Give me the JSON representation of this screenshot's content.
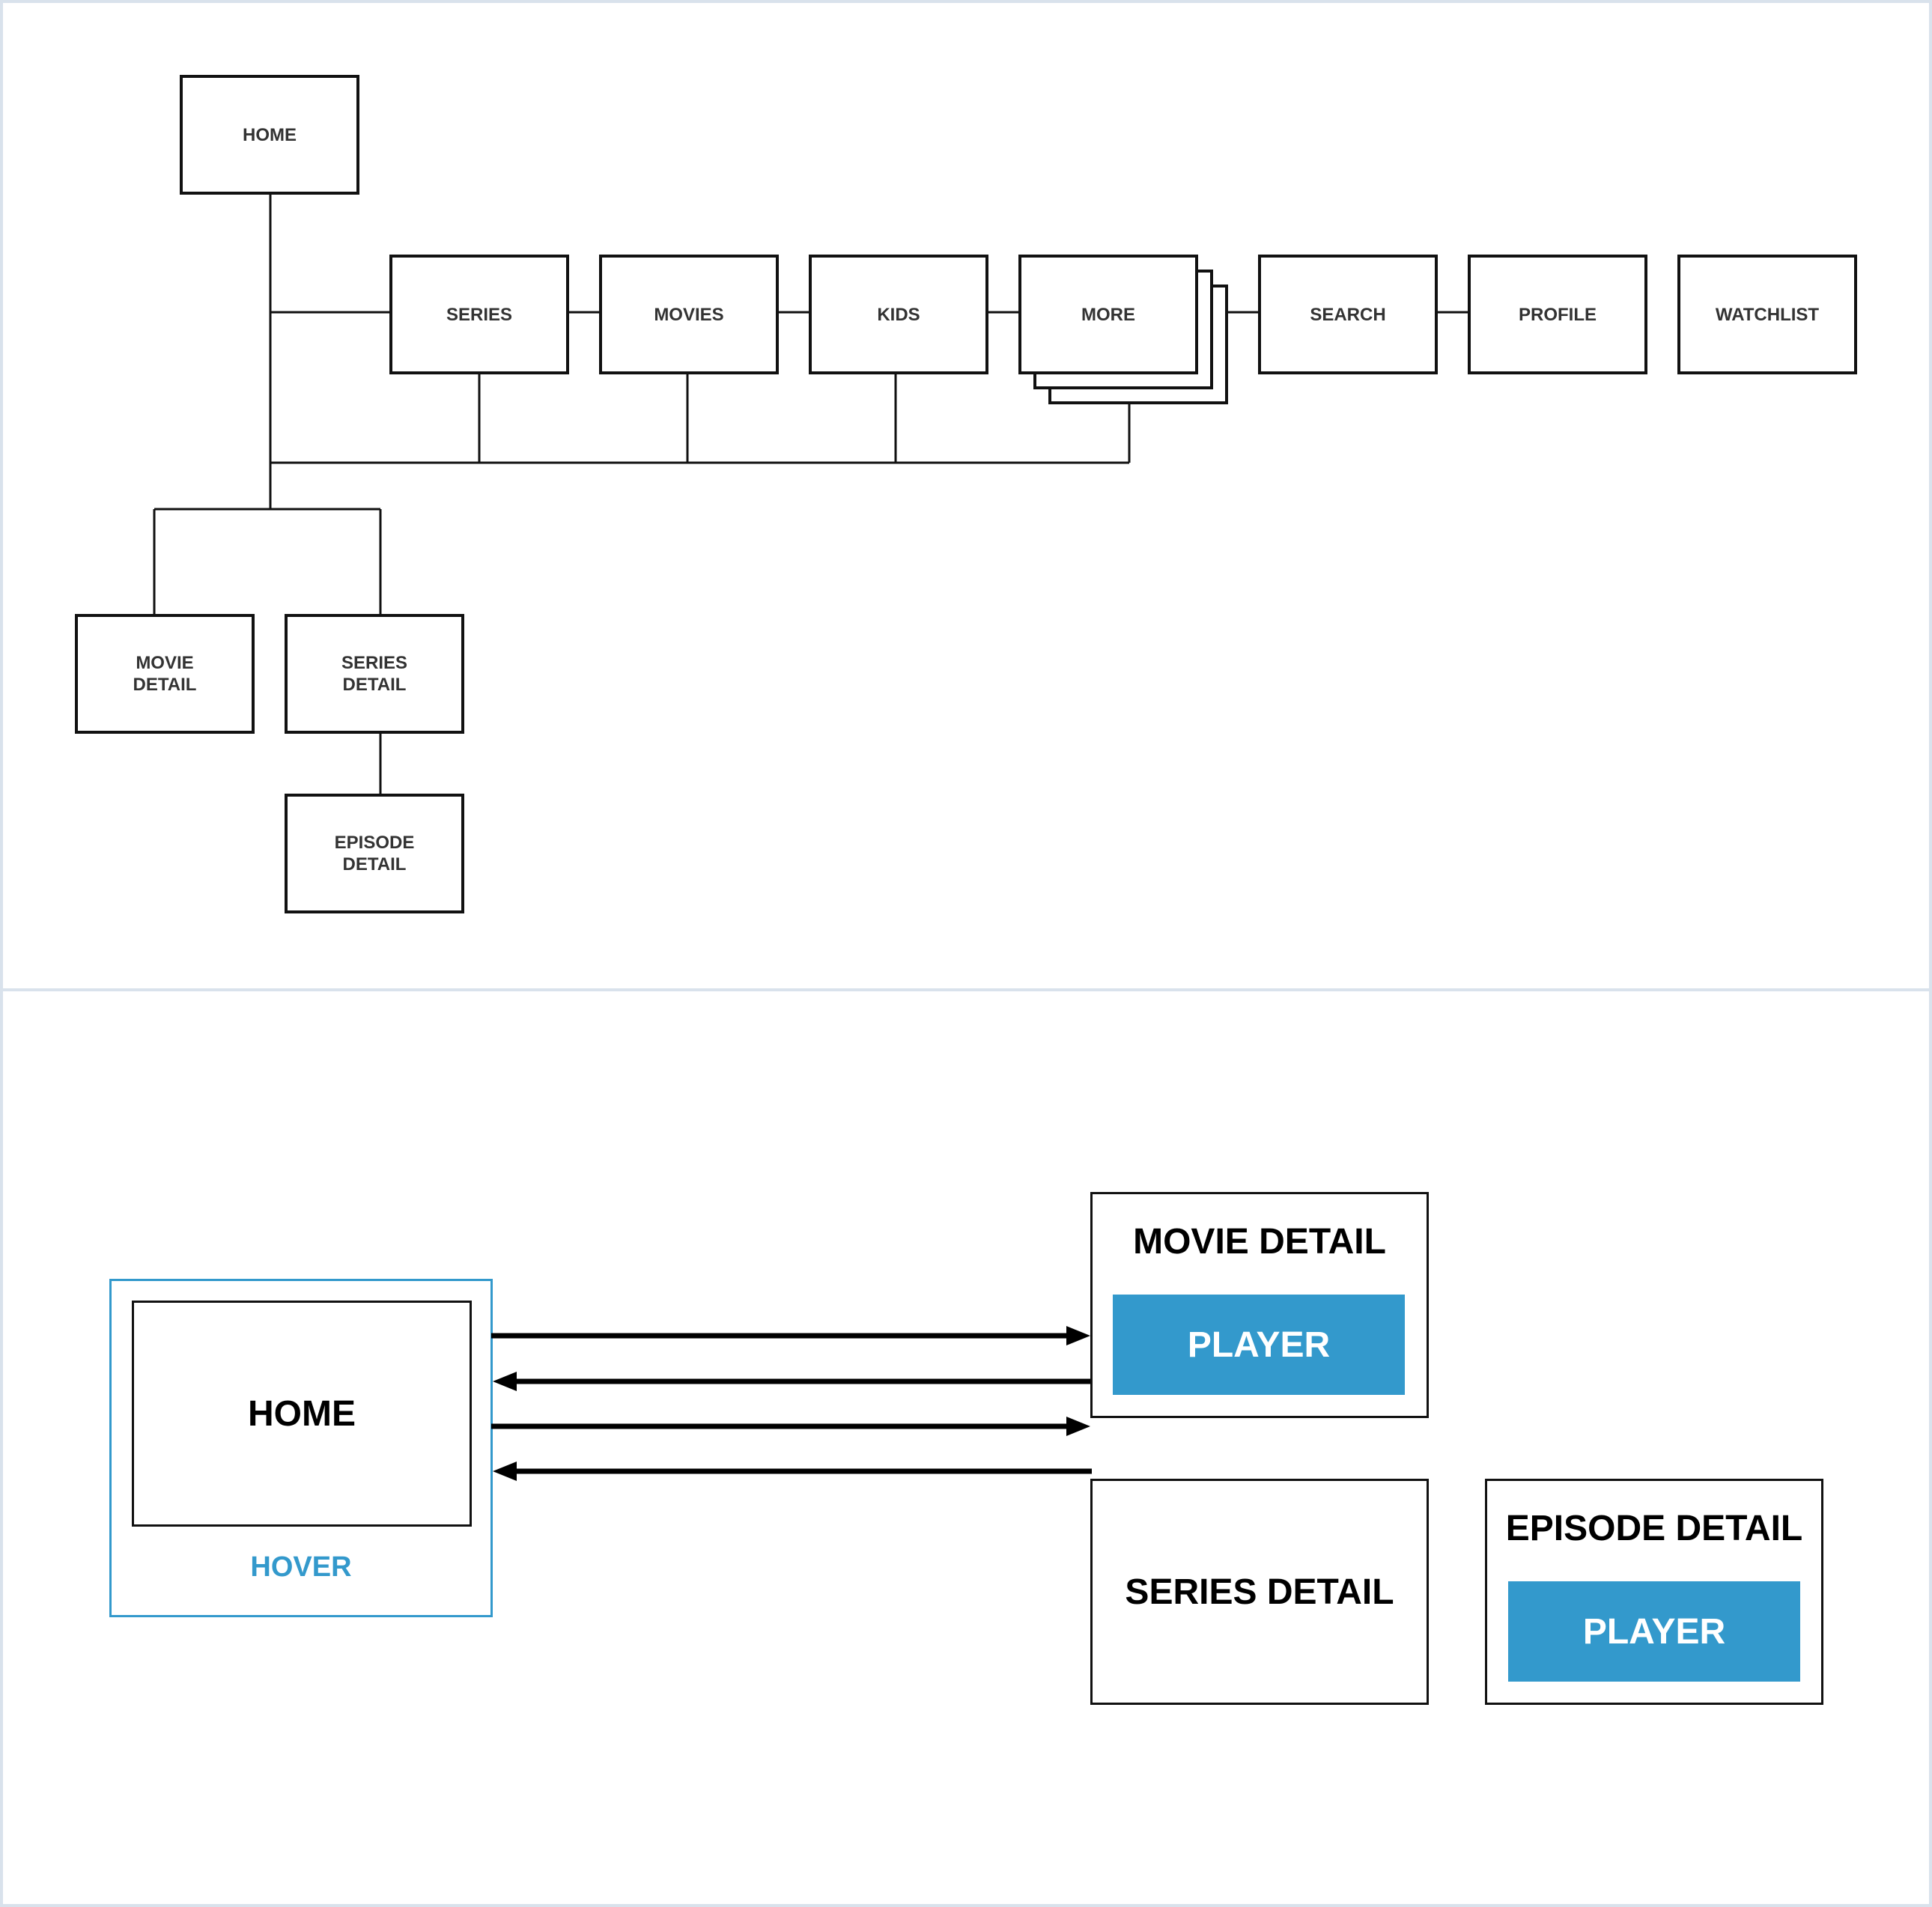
{
  "sitemap": {
    "home": "HOME",
    "nav": [
      "SERIES",
      "MOVIES",
      "KIDS",
      "MORE",
      "SEARCH",
      "PROFILE",
      "WATCHLIST"
    ],
    "movie_detail": [
      "MOVIE",
      "DETAIL"
    ],
    "series_detail": [
      "SERIES",
      "DETAIL"
    ],
    "episode_detail": [
      "EPISODE",
      "DETAIL"
    ]
  },
  "flow": {
    "home": "HOME",
    "hover": "HOVER",
    "movie_detail": "MOVIE DETAIL",
    "movie_player": "PLAYER",
    "series_detail": "SERIES DETAIL",
    "episode_detail": "EPISODE DETAIL",
    "episode_player": "PLAYER"
  },
  "colors": {
    "accent": "#3399cc",
    "line": "#111111",
    "panel_border": "#d9e2ec"
  }
}
